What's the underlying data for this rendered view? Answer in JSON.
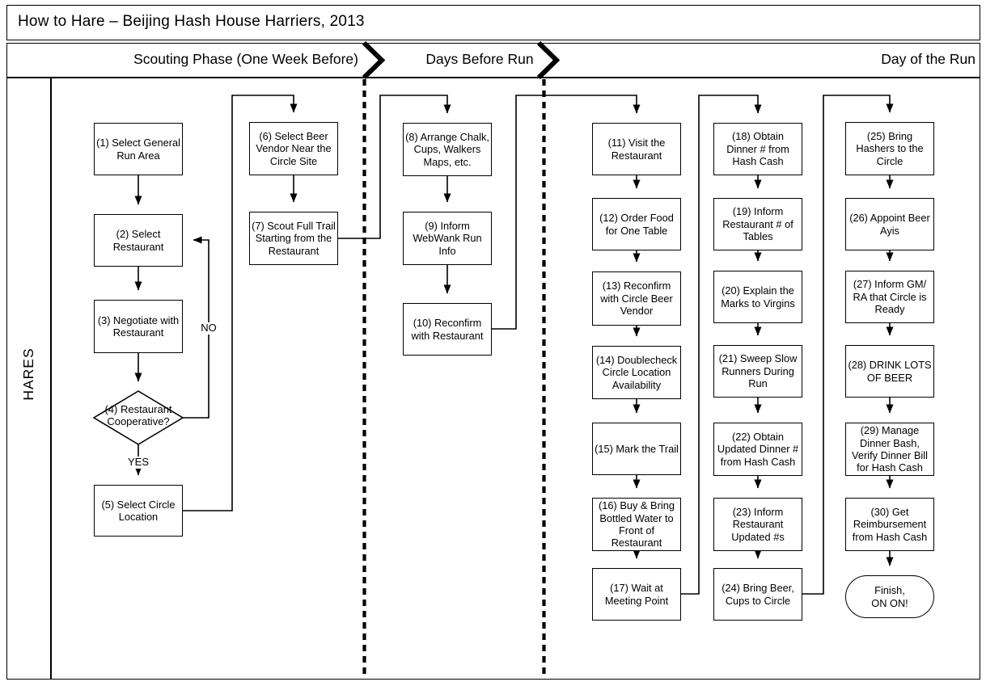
{
  "title": "How to Hare – Beijing Hash House Harriers, 2013",
  "lane": {
    "label": "HARES"
  },
  "phases": [
    {
      "label": "Scouting Phase (One Week Before)"
    },
    {
      "label": "Days Before Run"
    },
    {
      "label": "Day of the Run"
    }
  ],
  "decision_labels": {
    "yes": "YES",
    "no": "NO"
  },
  "colors": {
    "line": "#000000",
    "background": "#ffffff",
    "text": "#000000"
  },
  "nodes": [
    {
      "id": 1,
      "type": "process",
      "label": "(1) Select General Run Area"
    },
    {
      "id": 2,
      "type": "process",
      "label": "(2) Select Restaurant"
    },
    {
      "id": 3,
      "type": "process",
      "label": "(3) Negotiate with Restaurant"
    },
    {
      "id": 4,
      "type": "decision",
      "label": "(4) Restaurant Cooperative?"
    },
    {
      "id": 5,
      "type": "process",
      "label": "(5) Select Circle Location"
    },
    {
      "id": 6,
      "type": "process",
      "label": "(6) Select Beer Vendor Near the Circle Site"
    },
    {
      "id": 7,
      "type": "process",
      "label": "(7) Scout Full Trail Starting from the Restaurant"
    },
    {
      "id": 8,
      "type": "process",
      "label": "(8) Arrange Chalk, Cups, Walkers Maps, etc."
    },
    {
      "id": 9,
      "type": "process",
      "label": "(9) Inform WebWank Run Info"
    },
    {
      "id": 10,
      "type": "process",
      "label": "(10) Reconfirm with Restaurant"
    },
    {
      "id": 11,
      "type": "process",
      "label": "(11) Visit the Restaurant"
    },
    {
      "id": 12,
      "type": "process",
      "label": "(12) Order Food for One Table"
    },
    {
      "id": 13,
      "type": "process",
      "label": "(13) Reconfirm with Circle Beer Vendor"
    },
    {
      "id": 14,
      "type": "process",
      "label": "(14) Doublecheck Circle Location Availability"
    },
    {
      "id": 15,
      "type": "process",
      "label": "(15) Mark the Trail"
    },
    {
      "id": 16,
      "type": "process",
      "label": "(16) Buy & Bring Bottled Water to Front of Restaurant"
    },
    {
      "id": 17,
      "type": "process",
      "label": "(17) Wait at Meeting Point"
    },
    {
      "id": 18,
      "type": "process",
      "label": "(18) Obtain Dinner # from Hash Cash"
    },
    {
      "id": 19,
      "type": "process",
      "label": "(19) Inform Restaurant # of Tables"
    },
    {
      "id": 20,
      "type": "process",
      "label": "(20) Explain the Marks to Virgins"
    },
    {
      "id": 21,
      "type": "process",
      "label": "(21) Sweep Slow Runners During Run"
    },
    {
      "id": 22,
      "type": "process",
      "label": "(22) Obtain Updated Dinner # from Hash Cash"
    },
    {
      "id": 23,
      "type": "process",
      "label": "(23) Inform Restaurant Updated #s"
    },
    {
      "id": 24,
      "type": "process",
      "label": "(24) Bring Beer, Cups to Circle"
    },
    {
      "id": 25,
      "type": "process",
      "label": "(25) Bring Hashers to the Circle"
    },
    {
      "id": 26,
      "type": "process",
      "label": "(26) Appoint Beer Ayis"
    },
    {
      "id": 27,
      "type": "process",
      "label": "(27) Inform GM/ RA that Circle is Ready"
    },
    {
      "id": 28,
      "type": "process",
      "label": "(28) DRINK LOTS OF BEER"
    },
    {
      "id": 29,
      "type": "process",
      "label": "(29) Manage Dinner Bash, Verify Dinner Bill for Hash Cash"
    },
    {
      "id": 30,
      "type": "process",
      "label": "(30) Get Reimbursement from Hash Cash"
    },
    {
      "id": "finish",
      "type": "terminator",
      "label": "Finish,\nON ON!"
    }
  ]
}
